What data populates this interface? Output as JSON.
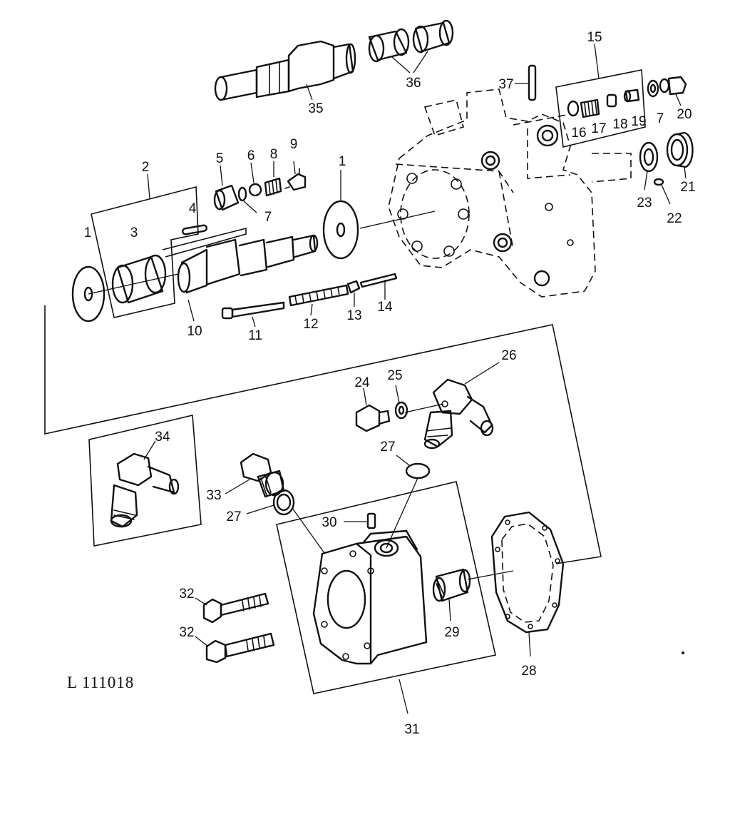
{
  "figure_code": "L 111018",
  "callouts": [
    {
      "id": "c1a",
      "text": "1"
    },
    {
      "id": "c1b",
      "text": "1"
    },
    {
      "id": "c2",
      "text": "2"
    },
    {
      "id": "c3",
      "text": "3"
    },
    {
      "id": "c4",
      "text": "4"
    },
    {
      "id": "c5",
      "text": "5"
    },
    {
      "id": "c6",
      "text": "6"
    },
    {
      "id": "c7a",
      "text": "7"
    },
    {
      "id": "c7b",
      "text": "7"
    },
    {
      "id": "c8",
      "text": "8"
    },
    {
      "id": "c9",
      "text": "9"
    },
    {
      "id": "c10",
      "text": "10"
    },
    {
      "id": "c11",
      "text": "11"
    },
    {
      "id": "c12",
      "text": "12"
    },
    {
      "id": "c13",
      "text": "13"
    },
    {
      "id": "c14",
      "text": "14"
    },
    {
      "id": "c15",
      "text": "15"
    },
    {
      "id": "c16",
      "text": "16"
    },
    {
      "id": "c17",
      "text": "17"
    },
    {
      "id": "c18",
      "text": "18"
    },
    {
      "id": "c19",
      "text": "19"
    },
    {
      "id": "c20",
      "text": "20"
    },
    {
      "id": "c21",
      "text": "21"
    },
    {
      "id": "c22",
      "text": "22"
    },
    {
      "id": "c23",
      "text": "23"
    },
    {
      "id": "c24",
      "text": "24"
    },
    {
      "id": "c25",
      "text": "25"
    },
    {
      "id": "c26",
      "text": "26"
    },
    {
      "id": "c27a",
      "text": "27"
    },
    {
      "id": "c27b",
      "text": "27"
    },
    {
      "id": "c28",
      "text": "28"
    },
    {
      "id": "c29",
      "text": "29"
    },
    {
      "id": "c30",
      "text": "30"
    },
    {
      "id": "c31",
      "text": "31"
    },
    {
      "id": "c32a",
      "text": "32"
    },
    {
      "id": "c32b",
      "text": "32"
    },
    {
      "id": "c33",
      "text": "33"
    },
    {
      "id": "c34",
      "text": "34"
    },
    {
      "id": "c35",
      "text": "35"
    },
    {
      "id": "c36",
      "text": "36"
    },
    {
      "id": "c37",
      "text": "37"
    }
  ]
}
